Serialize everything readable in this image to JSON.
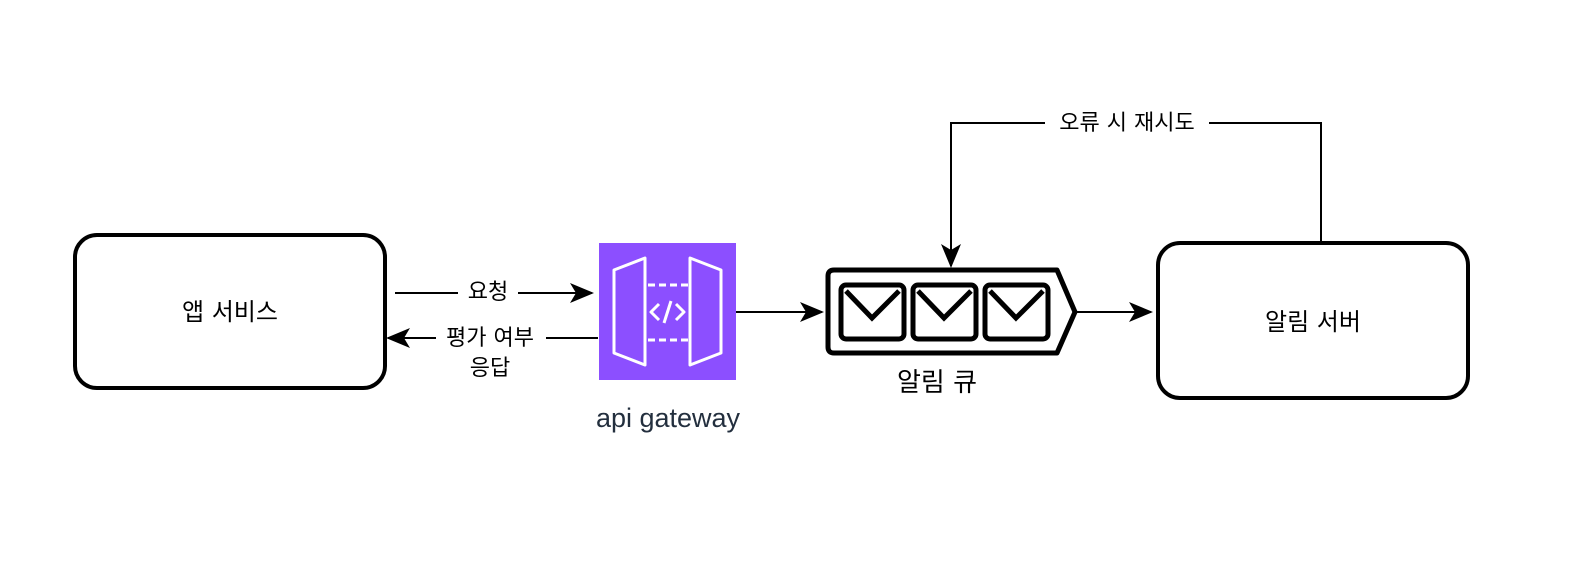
{
  "nodes": {
    "app_service": {
      "label": "앱 서비스"
    },
    "api_gateway": {
      "label": "api gateway",
      "color": "#8C4FFF",
      "label_color": "#232F3E"
    },
    "queue": {
      "label": "알림 큐"
    },
    "notify_server": {
      "label": "알림 서버"
    }
  },
  "edges": {
    "request": {
      "label": "요청"
    },
    "response": {
      "label_line1": "평가 여부",
      "label_line2": "응답"
    },
    "gateway_to_queue": {
      "label": ""
    },
    "queue_to_server": {
      "label": ""
    },
    "retry": {
      "label": "오류 시 재시도"
    }
  }
}
